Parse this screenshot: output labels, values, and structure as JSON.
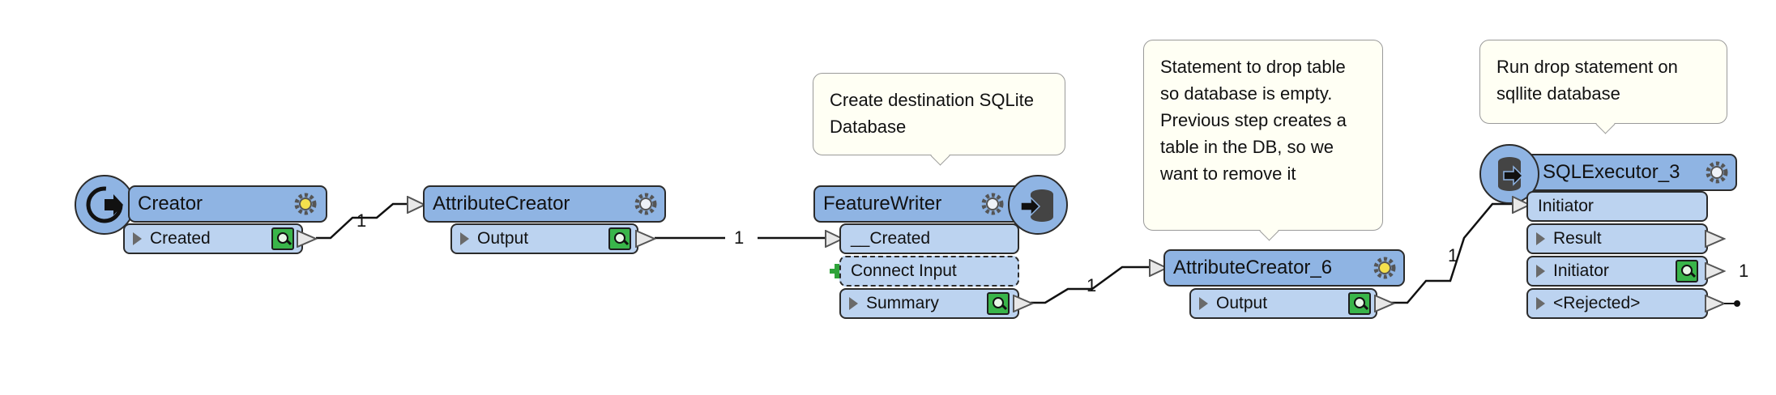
{
  "nodes": {
    "creator": {
      "title": "Creator",
      "ports": {
        "created": "Created"
      }
    },
    "attribute_creator": {
      "title": "AttributeCreator",
      "ports": {
        "output": "Output"
      }
    },
    "feature_writer": {
      "title": "FeatureWriter",
      "ports": {
        "created": "__Created",
        "connect_input": "Connect Input",
        "summary": "Summary"
      }
    },
    "attribute_creator_6": {
      "title": "AttributeCreator_6",
      "ports": {
        "output": "Output"
      }
    },
    "sqlexecutor_3": {
      "title": "SQLExecutor_3",
      "ports": {
        "initiator_in": "Initiator",
        "result": "Result",
        "initiator_out": "Initiator",
        "rejected": "<Rejected>"
      }
    }
  },
  "annotations": {
    "feature_writer": "Create destination SQLite Database",
    "attribute_creator_6": "Statement to drop table so database is empty. Previous step creates a table in the DB, so we want to remove it",
    "sqlexecutor_3": "Run drop statement on sqllite database"
  },
  "connections": {
    "creator_to_attributecreator": "1",
    "attributecreator_to_featurewriter": "1",
    "featurewriter_to_attributecreator6": "1",
    "attributecreator6_to_sqlexecutor": "1",
    "sqlexecutor_initiator_out": "1"
  },
  "colors": {
    "node_title": "#8fb4e3",
    "port": "#bcd3f0",
    "annotation": "#fffff4",
    "inspect": "#39b54a"
  }
}
